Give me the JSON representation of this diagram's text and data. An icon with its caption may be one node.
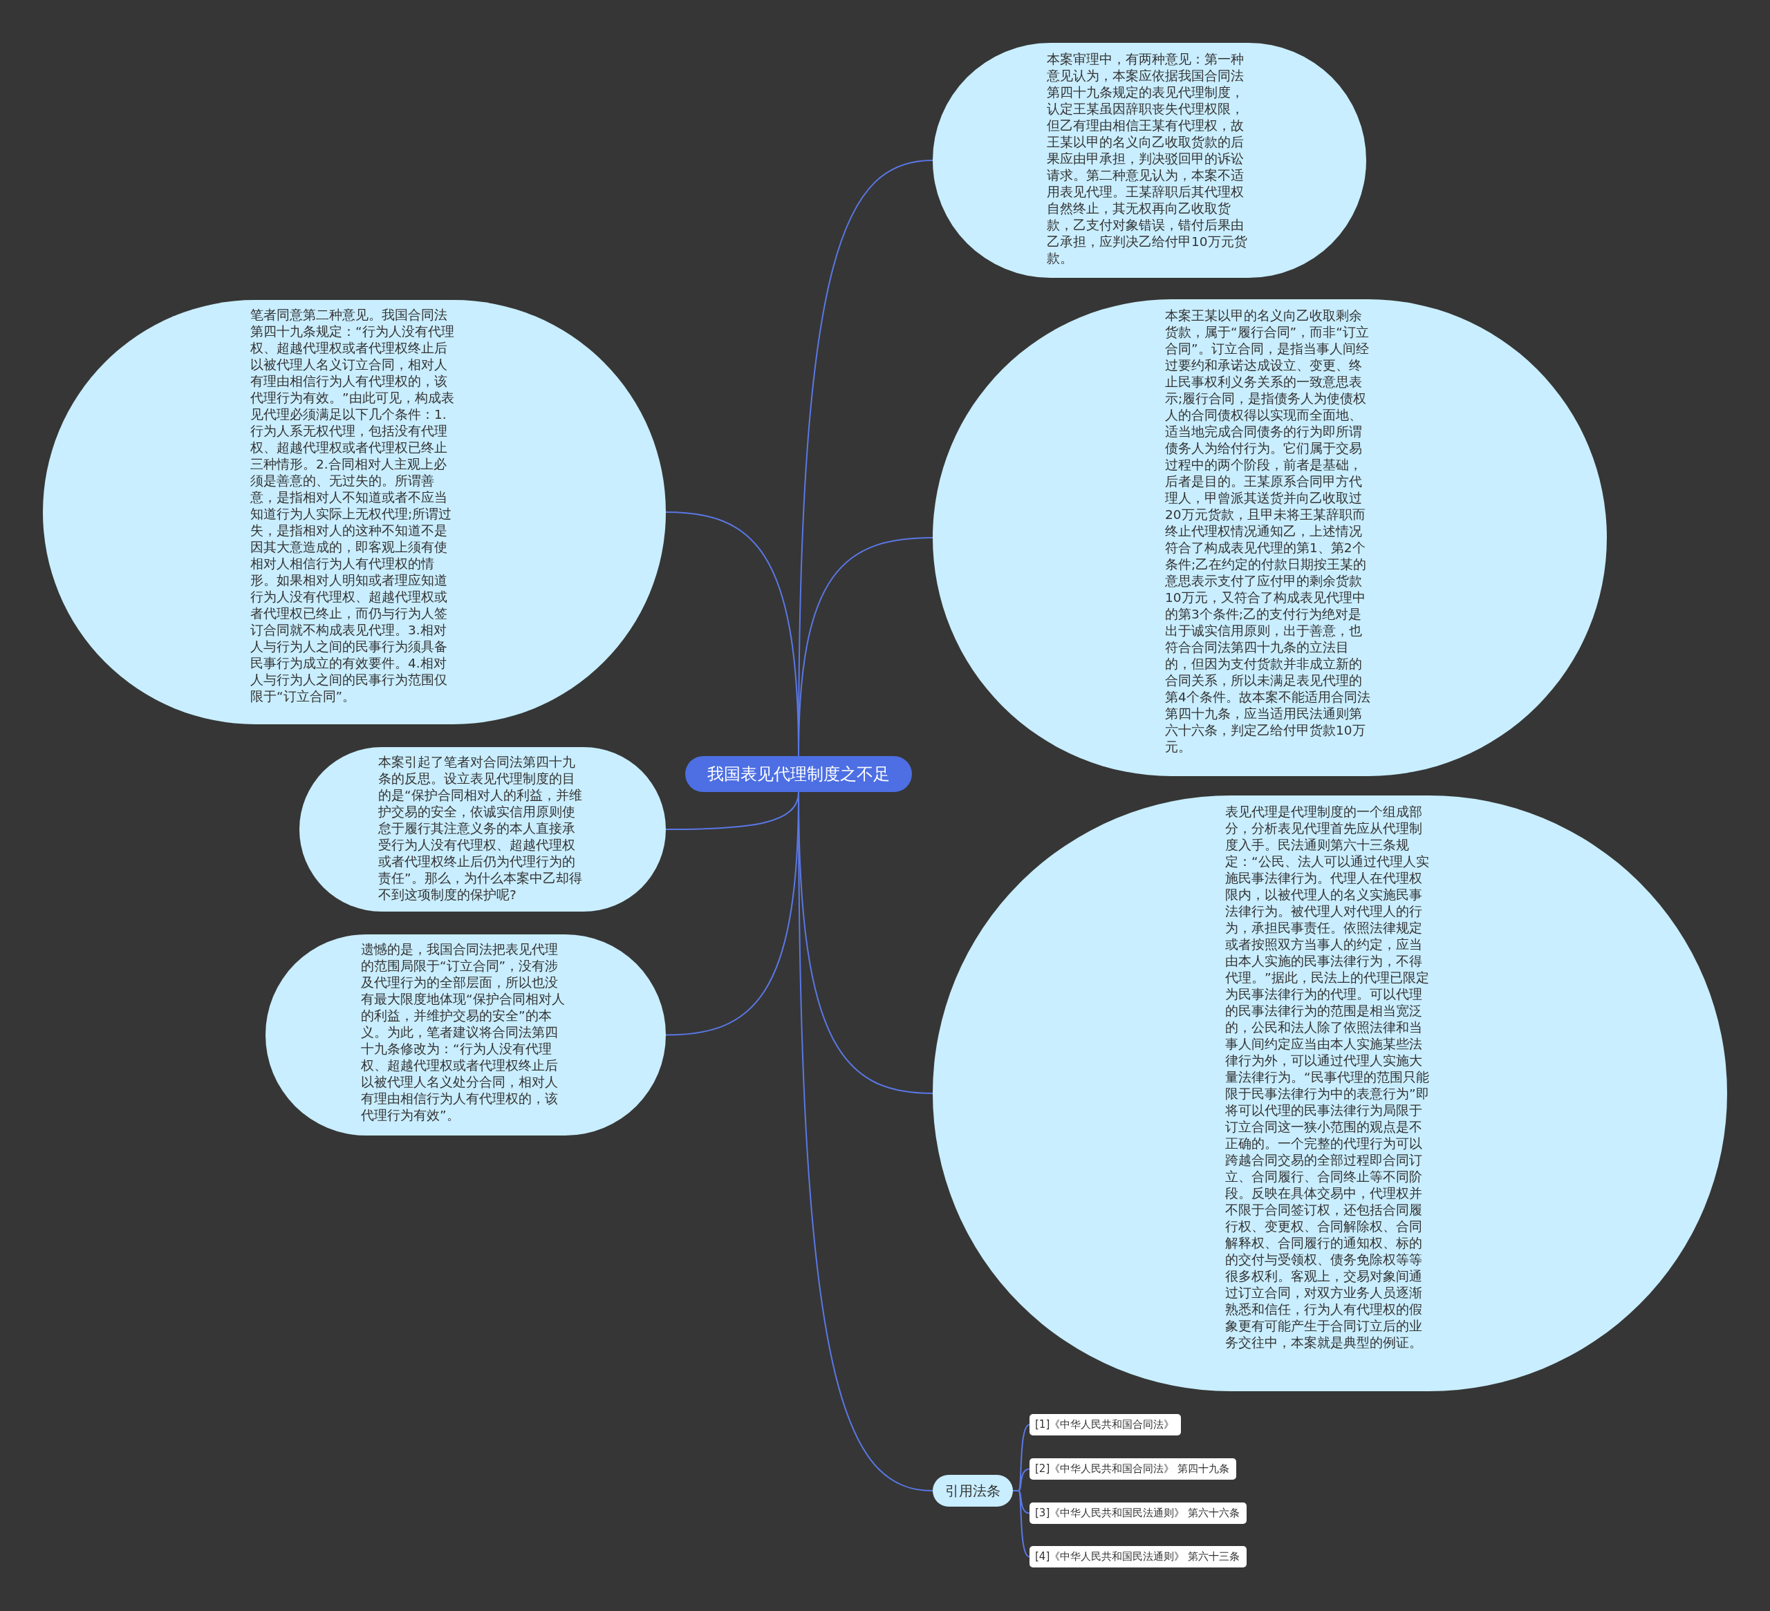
{
  "diagram": {
    "nodes": [
      {
        "text": [
          "我国表见代理制度之不足"
        ]
      },
      {
        "text": [
          "本案审理中，有两种意见：第一种意见认为，本案应依据我国合同法第四十九条规定的表见代理制度，认定王某虽因辞职丧失代理权限，但乙有理由相信王某有代理权，故王某以甲的名义向乙收取货款的后果应由甲承担，判决驳回甲的诉讼请求。第二种意见认为，本案不适用表见代理。王某辞职后其代理权自然终止，其无权再向乙收取货款，乙支付对象错误，错付后果由乙承担，应判决乙给付甲10万元货款。"
        ]
      },
      {
        "text": [
          "笔者同意第二种意见。我国合同法第四十九条规定：“行为人没有代理权、超越代理权或者代理权终止后以被代理人名义订立合同，相对人有理由相信行为人有代理权的，该代理行为有效。”由此可见，构成表见代理必须满足以下几个条件：1.行为人系无权代理，包括没有代理权、超越代理权或者代理权已终止三种情形。2.合同相对人主观上必须是善意的、无过失的。所谓善意，是指相对人不知道或者不应当知道行为人实际上无权代理;所谓过失，是指相对人的这种不知道不是因其大意造成的，即客观上须有使相对人相信行为人有代理权的情形。如果相对人明知或者理应知道行为人没有代理权、超越代理权或者代理权已终止，而仍与行为人签订合同就不构成表见代理。3.相对人与行为人之间的民事行为须具备民事行为成立的有效要件。4.相对人与行为人之间的民事行为范围仅限于“订立合同”。"
        ]
      },
      {
        "text": [
          "本案王某以甲的名义向乙收取剩余货款，属于“履行合同”，而非“订立合同”。订立合同，是指当事人间经过要约和承诺达成设立、变更、终止民事权利义务关系的一致意思表示;履行合同，是指债务人为使债权人的合同债权得以实现而全面地、适当地完成合同债务的行为即所谓债务人为给付行为。它们属于交易过程中的两个阶段，前者是基础，后者是目的。王某原系合同甲方代理人，甲曾派其送货并向乙收取过20万元货款，且甲未将王某辞职而终止代理权情况通知乙，上述情况符合了构成表见代理的第1、第2个条件;乙在约定的付款日期按王某的意思表示支付了应付甲的剩余货款10万元，又符合了构成表见代理中的第3个条件;乙的支付行为绝对是出于诚实信用原则，出于善意，也符合合同法第四十九条的立法目的，但因为支付货款并非成立新的合同关系，所以未满足表见代理的第4个条件。故本案不能适用合同法第四十九条，应当适用民法通则第六十六条，判定乙给付甲货款10万元。"
        ]
      },
      {
        "text": [
          "本案引起了笔者对合同法第四十九条的反思。设立表见代理制度的目的是“保护合同相对人的利益，并维护交易的安全，依诚实信用原则使怠于履行其注意义务的本人直接承受行为人没有代理权、超越代理权或者代理权终止后仍为代理行为的责任”。那么，为什么本案中乙却得不到这项制度的保护呢?"
        ]
      },
      {
        "text": [
          "遗憾的是，我国合同法把表见代理的范围局限于“订立合同”，没有涉及代理行为的全部层面，所以也没有最大限度地体现“保护合同相对人的利益，并维护交易的安全”的本义。为此，笔者建议将合同法第四十九条修改为：“行为人没有代理权、超越代理权或者代理权终止后以被代理人名义处分合同，相对人有理由相信行为人有代理权的，该代理行为有效”。"
        ]
      },
      {
        "text": [
          "表见代理是代理制度的一个组成部分，分析表见代理首先应从代理制度入手。民法通则第六十三条规定：“公民、法人可以通过代理人实施民事法律行为。代理人在代理权限内，以被代理人的名义实施民事法律行为。被代理人对代理人的行为，承担民事责任。依照法律规定或者按照双方当事人的约定，应当由本人实施的民事法律行为，不得代理。”据此，民法上的代理已限定为民事法律行为的代理。可以代理的民事法律行为的范围是相当宽泛的，公民和法人除了依照法律和当事人间约定应当由本人实施某些法律行为外，可以通过代理人实施大量法律行为。“民事代理的范围只能限于民事法律行为中的表意行为”即将可以代理的民事法律行为局限于订立合同这一狭小范围的观点是不正确的。一个完整的代理行为可以跨越合同交易的全部过程即合同订立、合同履行、合同终止等不同阶段。反映在具体交易中，代理权并不限于合同签订权，还包括合同履行权、变更权、合同解除权、合同解释权、合同履行的通知权、标的的交付与受领权、债务免除权等等很多权利。客观上，交易对象间通过订立合同，对双方业务人员逐渐熟悉和信任，行为人有代理权的假象更有可能产生于合同订立后的业务交往中，本案就是典型的例证。"
        ]
      },
      {
        "text": [
          "引用法条"
        ]
      },
      {
        "text": [
          "[1]《中华人民共和国合同法》"
        ]
      },
      {
        "text": [
          "[2]《中华人民共和国合同法》 第四十九条"
        ]
      },
      {
        "text": [
          "[3]《中华人民共和国民法通则》 第六十六条"
        ]
      },
      {
        "text": [
          "[4]《中华人民共和国民法通则》 第六十三条"
        ]
      }
    ],
    "edges": [
      {
        "from": 0,
        "to": 1,
        "arrow": "none"
      },
      {
        "from": 0,
        "to": 2,
        "arrow": "none"
      },
      {
        "from": 0,
        "to": 3,
        "arrow": "none"
      },
      {
        "from": 0,
        "to": 4,
        "arrow": "none"
      },
      {
        "from": 0,
        "to": 5,
        "arrow": "none"
      },
      {
        "from": 0,
        "to": 6,
        "arrow": "none"
      },
      {
        "from": 0,
        "to": 7,
        "arrow": "none"
      },
      {
        "from": 7,
        "to": 8,
        "arrow": "none"
      },
      {
        "from": 7,
        "to": 9,
        "arrow": "none"
      },
      {
        "from": 7,
        "to": 10,
        "arrow": "none"
      },
      {
        "from": 7,
        "to": 11,
        "arrow": "none"
      }
    ]
  }
}
